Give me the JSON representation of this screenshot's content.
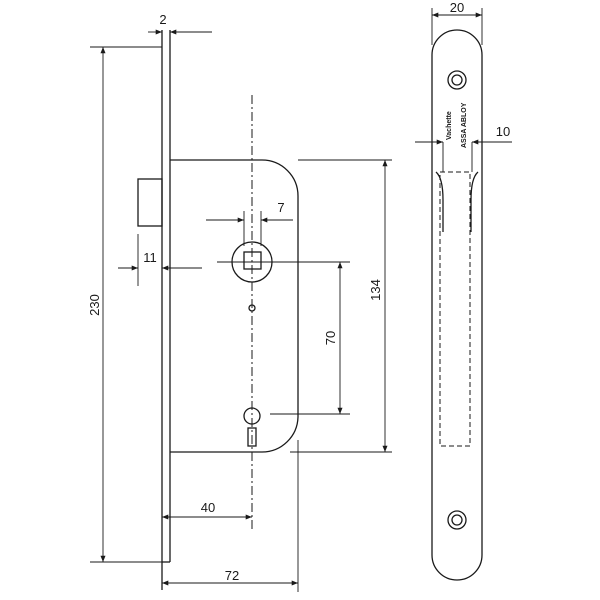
{
  "dimensions": {
    "faceplate_thickness": "2",
    "total_height": "230",
    "bolt_offset": "11",
    "spindle_size": "7",
    "body_height": "134",
    "spindle_to_key": "70",
    "backset": "40",
    "body_depth": "72",
    "faceplate_width": "20",
    "recess_width": "10"
  },
  "faceplate_branding": {
    "brand": "Vachette",
    "group": "ASSA ABLOY"
  }
}
